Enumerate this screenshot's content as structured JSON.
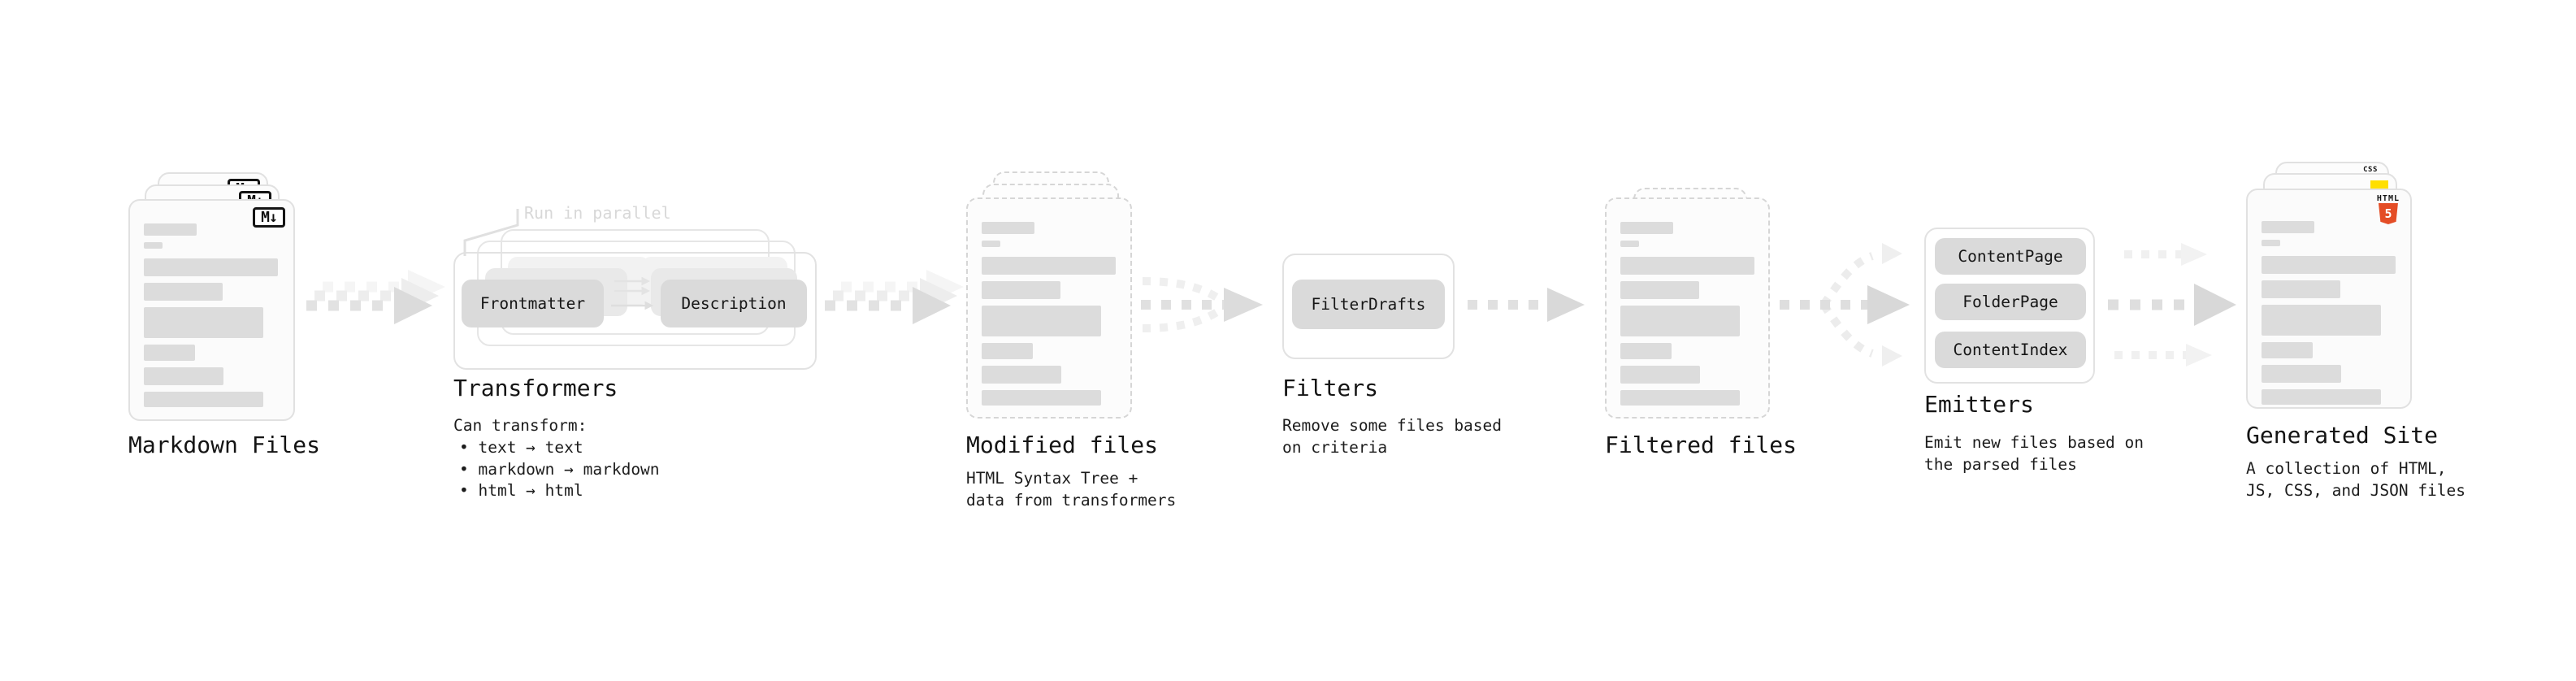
{
  "markdown_files": {
    "title": "Markdown Files",
    "icon_label": "M↓"
  },
  "transformers": {
    "title": "Transformers",
    "parallel_note": "Run in parallel",
    "box_from": "Frontmatter",
    "box_to": "Description",
    "description_heading": "Can transform:",
    "bullets": [
      "• text → text",
      "• markdown → markdown",
      "• html → html"
    ]
  },
  "modified_files": {
    "title": "Modified files",
    "description": "HTML Syntax Tree +\ndata from transformers"
  },
  "filters": {
    "title": "Filters",
    "box": "FilterDrafts",
    "description": "Remove some files based\non criteria"
  },
  "filtered_files": {
    "title": "Filtered files"
  },
  "emitters": {
    "title": "Emitters",
    "boxes": [
      "ContentPage",
      "FolderPage",
      "ContentIndex"
    ],
    "description": "Emit new files based on\nthe parsed files"
  },
  "generated_site": {
    "title": "Generated Site",
    "description": "A collection of HTML,\nJS, CSS, and JSON files",
    "badge_css": "CSS",
    "badge_html": "HTML",
    "badge_html_number": "5"
  },
  "colors": {
    "html5_orange": "#e44d26",
    "js_yellow": "#ffdf00",
    "css_blue": "#2f6fed",
    "plugin_gray": "#dadada",
    "arrow_gray": "#e2e2e2"
  }
}
